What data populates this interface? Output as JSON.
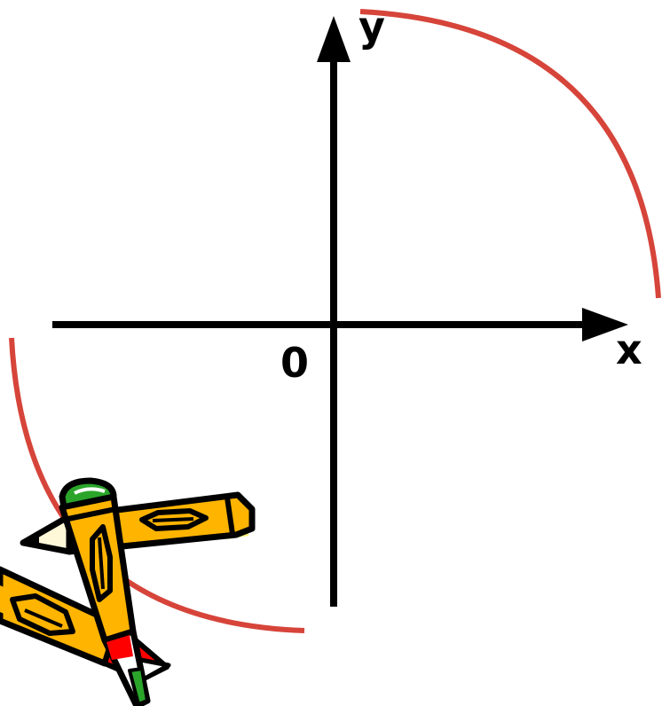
{
  "diagram": {
    "x_axis_label": "x",
    "y_axis_label": "y",
    "origin_label": "0",
    "colors": {
      "axes": "#000000",
      "arcs": "#d6443a",
      "pencil_body": "#ffb400",
      "pencil_highlight": "#fff176",
      "pencil_tip_green": "#2aa52a",
      "pencil_tip_red": "#ff0000"
    },
    "clipart": "pencils-clipart"
  }
}
